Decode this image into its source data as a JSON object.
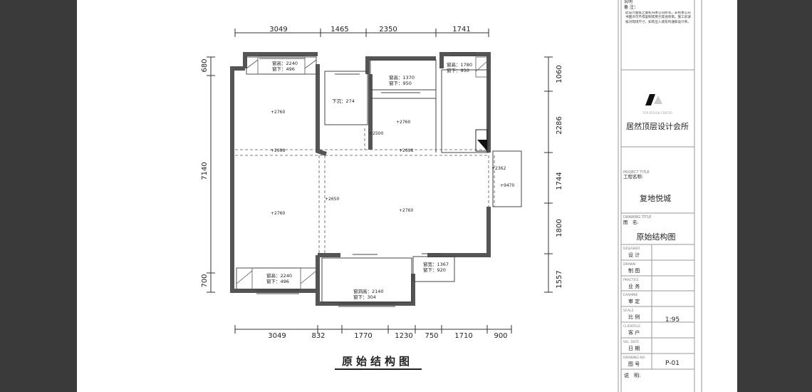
{
  "drawing_title": "原始结构图",
  "dimensions": {
    "top": [
      "3049",
      "1465",
      "2350",
      "1741"
    ],
    "bottom": [
      "3049",
      "832",
      "1770",
      "1230",
      "750",
      "1710",
      "900"
    ],
    "left": [
      "680",
      "7140",
      "700"
    ],
    "right": [
      "1060",
      "2286",
      "1744",
      "1800",
      "1557"
    ]
  },
  "window_labels": [
    {
      "line1": "窗高：2240",
      "line2": "窗下：496"
    },
    {
      "line1": "窗高：1370",
      "line2": "窗下：950"
    },
    {
      "line1": "窗高：1780",
      "line2": "窗下：950"
    },
    {
      "line1": "窗高：2240",
      "line2": "窗下：496"
    },
    {
      "line1": "窗洞高：2140",
      "line2": "窗下：304"
    },
    {
      "line1": "窗宽：1367",
      "line2": "窗下：920"
    }
  ],
  "sink_label": "下沉：274",
  "elevations": [
    "+2760",
    "+2760",
    "+2500",
    "+2698",
    "+2698",
    "+2362",
    "+9470",
    "+2650",
    "+2760",
    "+2760"
  ],
  "title_block": {
    "notes_header": "说明",
    "notes_label": "备 注：",
    "notes_text": "此设计图纸之版权归本公司所有，非经本公司书面许可不得复制或用于其他项目。施工前请核对现场尺寸，如有出入请及时通知设计师。",
    "company_logo_text": "TOP DESIGN CENTER",
    "company": "居然顶层设计会所",
    "project_title_en": "PROJECT TITLE",
    "project_title_cn": "工程名称:",
    "project_name": "复地悦城",
    "drawing_title_en": "DRAWING TITLE",
    "drawing_title_cn": "图　名:",
    "drawing_name": "原始结构图",
    "rows": [
      {
        "en": "DESIGNER",
        "cn": "设 计",
        "value": ""
      },
      {
        "en": "DRAWN",
        "cn": "制 图",
        "value": ""
      },
      {
        "en": "PRACTICE",
        "cn": "业 务",
        "value": ""
      },
      {
        "en": "EXAMINE",
        "cn": "审 定",
        "value": ""
      },
      {
        "en": "SCALE",
        "cn": "比 例",
        "value": "1:95"
      },
      {
        "en": "CLIENTELE",
        "cn": "客 户",
        "value": ""
      },
      {
        "en": "SIG. DATE",
        "cn": "日 期",
        "value": ""
      },
      {
        "en": "DRAWING NO.",
        "cn": "图 号",
        "value": "P-01"
      }
    ],
    "remarks": "说　明:"
  }
}
